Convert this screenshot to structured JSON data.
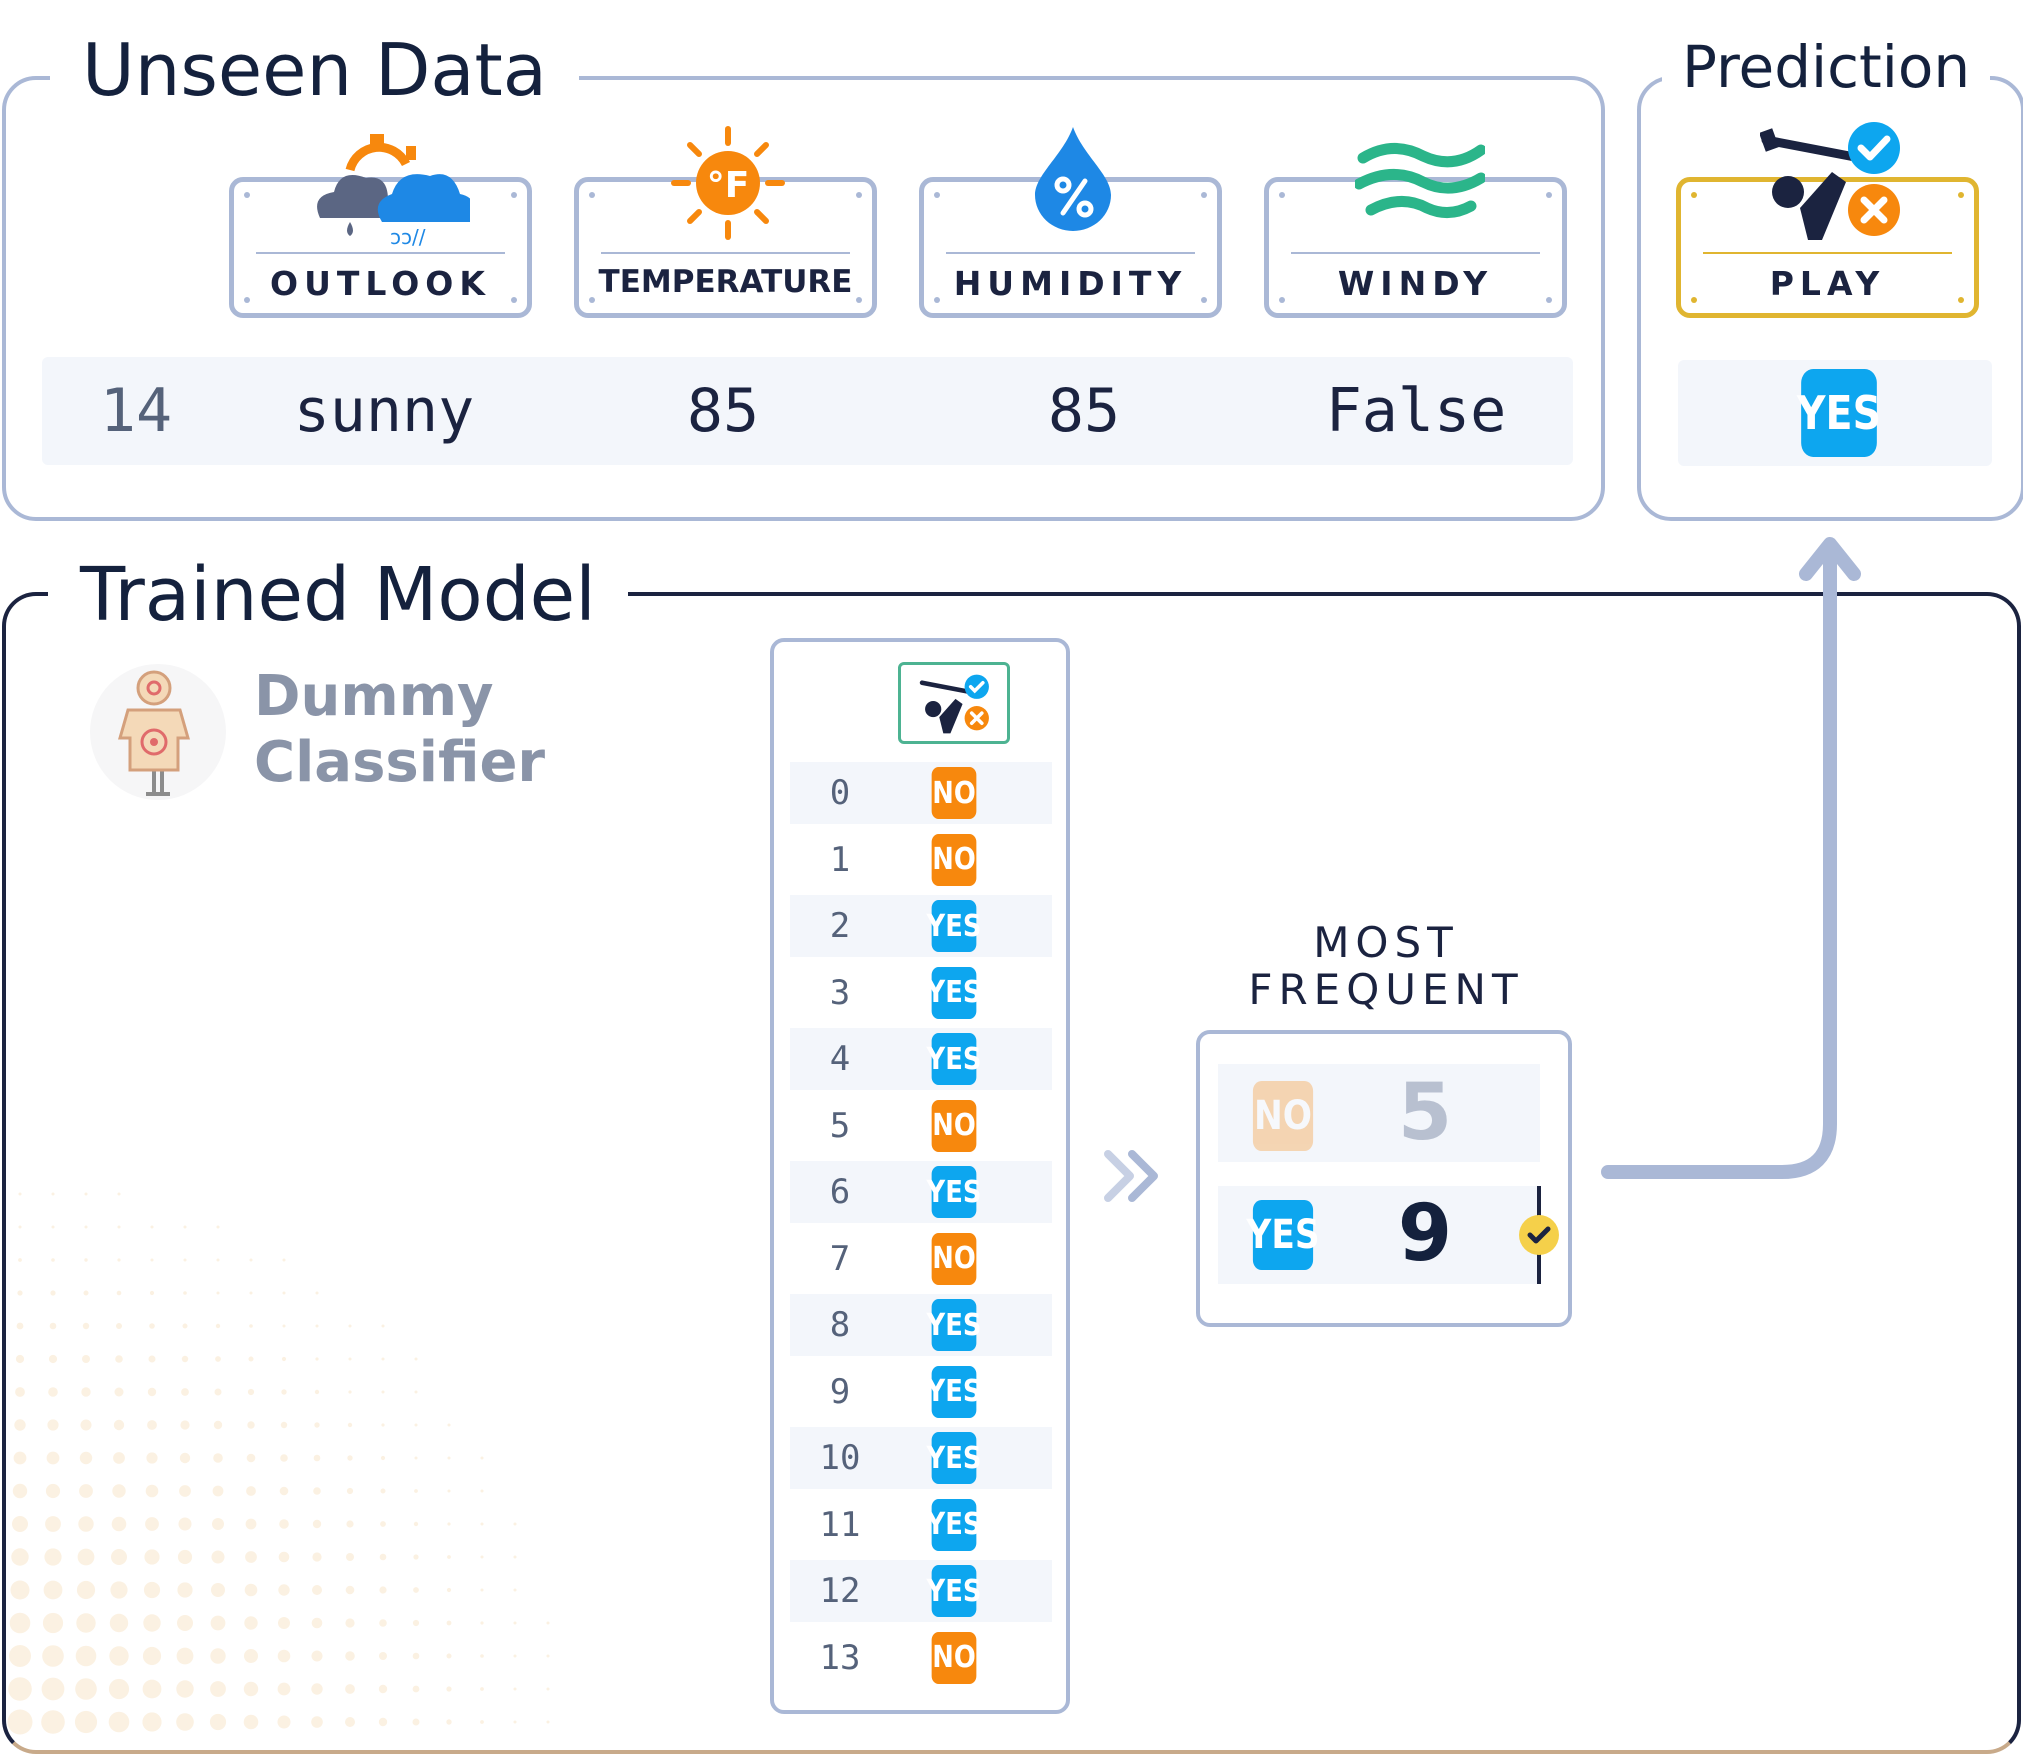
{
  "unseen": {
    "title": "Unseen Data",
    "features": [
      {
        "name": "OUTLOOK",
        "icon": "weather-icon"
      },
      {
        "name": "TEMPERATURE",
        "icon": "thermometer-sun-icon"
      },
      {
        "name": "HUMIDITY",
        "icon": "humidity-drop-icon"
      },
      {
        "name": "WINDY",
        "icon": "wind-icon"
      }
    ],
    "row": {
      "index": "14",
      "outlook": "sunny",
      "temperature": "85",
      "humidity": "85",
      "windy": "False"
    }
  },
  "prediction": {
    "title": "Prediction",
    "target": "PLAY",
    "icon": "golfer-check-cross-icon",
    "value": "YES"
  },
  "model": {
    "title": "Trained Model",
    "name_line1": "Dummy",
    "name_line2": "Classifier",
    "icon": "target-dummy-icon",
    "training_labels": [
      {
        "index": "0",
        "label": "NO"
      },
      {
        "index": "1",
        "label": "NO"
      },
      {
        "index": "2",
        "label": "YES"
      },
      {
        "index": "3",
        "label": "YES"
      },
      {
        "index": "4",
        "label": "YES"
      },
      {
        "index": "5",
        "label": "NO"
      },
      {
        "index": "6",
        "label": "YES"
      },
      {
        "index": "7",
        "label": "NO"
      },
      {
        "index": "8",
        "label": "YES"
      },
      {
        "index": "9",
        "label": "YES"
      },
      {
        "index": "10",
        "label": "YES"
      },
      {
        "index": "11",
        "label": "YES"
      },
      {
        "index": "12",
        "label": "YES"
      },
      {
        "index": "13",
        "label": "NO"
      }
    ],
    "most_frequent": {
      "label_line1": "MOST",
      "label_line2": "FREQUENT",
      "counts": [
        {
          "label": "NO",
          "count": "5",
          "selected": false
        },
        {
          "label": "YES",
          "count": "9",
          "selected": true
        }
      ]
    }
  },
  "colors": {
    "yes": "#0da6ef",
    "no": "#f7880d",
    "box_border": "#aab8d6",
    "play_card_border": "#e0b530",
    "text_dark": "#1b2340"
  }
}
